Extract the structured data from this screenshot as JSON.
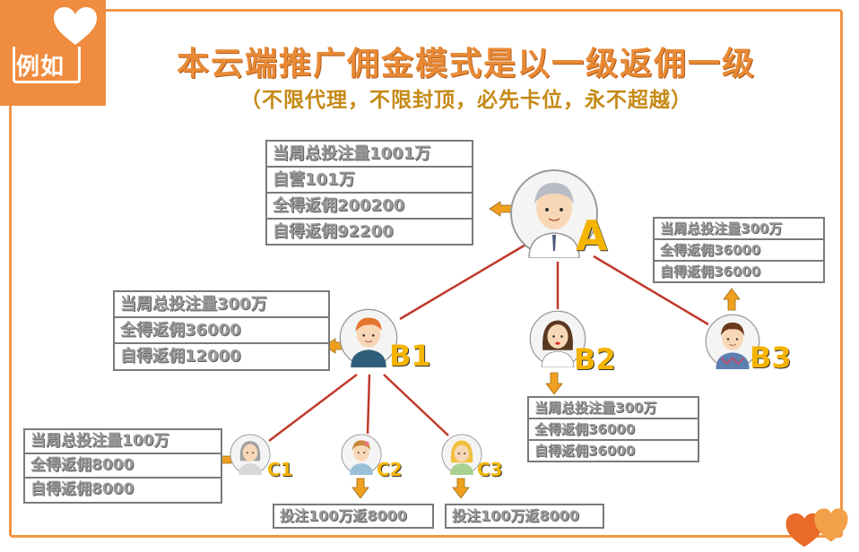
{
  "badge": {
    "text": "例如"
  },
  "title": "本云端推广佣金模式是以一级返佣一级",
  "subtitle": "（不限代理，不限封顶，必先卡位，永不超越）",
  "colors": {
    "accent": "#f08c3f",
    "label": "#f4b400",
    "line": "#c0392b"
  },
  "nodes": {
    "A": {
      "label": "A",
      "rows": [
        "当周总投注量1001万",
        "自营101万",
        "全得返佣200200",
        "自得返佣92200"
      ]
    },
    "B1": {
      "label": "B1",
      "rows": [
        "当周总投注量300万",
        "全得返佣36000",
        "自得返佣12000"
      ]
    },
    "B2": {
      "label": "B2",
      "rows": [
        "当周总投注量300万",
        "全得返佣36000",
        "自得返佣36000"
      ]
    },
    "B3": {
      "label": "B3",
      "rows": [
        "当周总投注量300万",
        "全得返佣36000",
        "自得返佣36000"
      ]
    },
    "C1": {
      "label": "C1",
      "rows": [
        "当周总投注量100万",
        "全得返佣8000",
        "自得返佣8000"
      ]
    },
    "C2": {
      "label": "C2",
      "rows": [
        "投注100万返8000"
      ]
    },
    "C3": {
      "label": "C3",
      "rows": [
        "投注100万返8000"
      ]
    }
  }
}
